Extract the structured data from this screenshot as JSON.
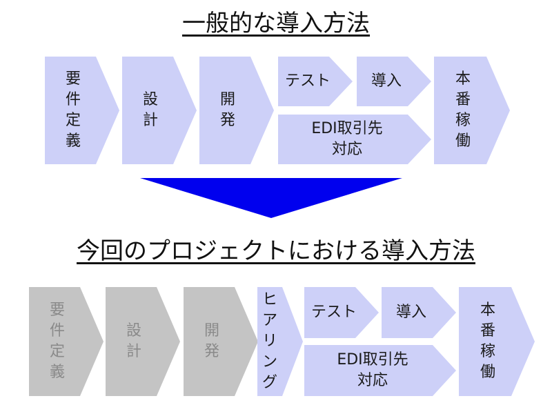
{
  "titles": {
    "general": "一般的な導入方法",
    "project": "今回のプロジェクトにおける導入方法"
  },
  "general_flow": {
    "requirements": "要件定義",
    "design": "設計",
    "development": "開発",
    "test": "テスト",
    "deployment": "導入",
    "edi_line1": "EDI取引先",
    "edi_line2": "対応",
    "production": "本番稼働"
  },
  "project_flow": {
    "requirements": "要件定義",
    "design": "設計",
    "development": "開発",
    "hearing": "ヒアリング",
    "test": "テスト",
    "deployment": "導入",
    "edi_line1": "EDI取引先",
    "edi_line2": "対応",
    "production": "本番稼働"
  },
  "colors": {
    "stage_blue": "#cdd0f8",
    "stage_gray": "#c4c4c4",
    "arrow_blue": "#0000ee"
  },
  "icons": {
    "transition_arrow": "down-triangle-icon"
  }
}
